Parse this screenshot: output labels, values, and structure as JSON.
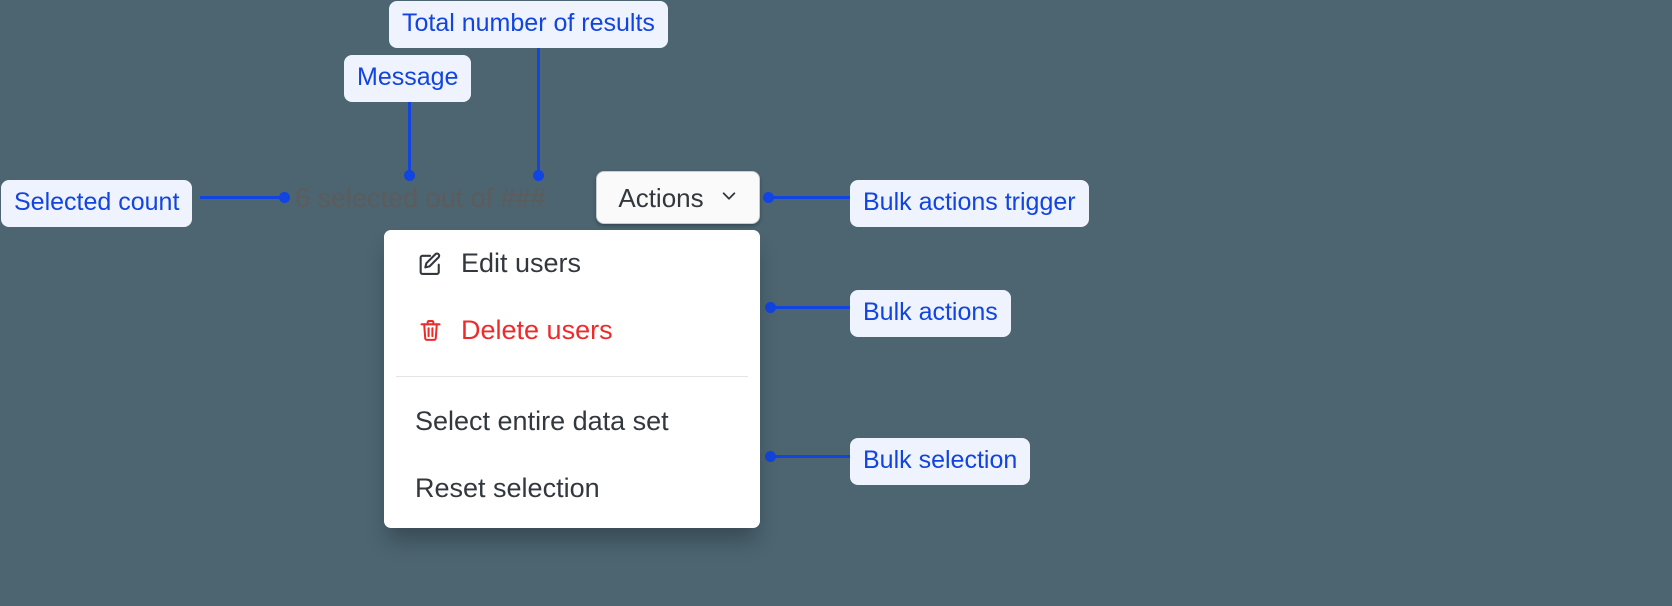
{
  "background_color": "#4c6571",
  "accent_color": "#1144e0",
  "callout_bg": "#eef3fe",
  "danger_color": "#ee2b2b",
  "annotations": [
    {
      "id": "total-results",
      "label": "Total number of results"
    },
    {
      "id": "message",
      "label": "Message"
    },
    {
      "id": "selected-count",
      "label": "Selected count"
    },
    {
      "id": "bulk-actions-trigger",
      "label": "Bulk actions trigger"
    },
    {
      "id": "bulk-actions",
      "label": "Bulk actions"
    },
    {
      "id": "bulk-selection",
      "label": "Bulk selection"
    }
  ],
  "bulk_bar": {
    "message": "6 selected out of ###",
    "selected_count": "6",
    "total_placeholder": "###",
    "trigger": {
      "label": "Actions",
      "icon": "chevron-down-icon"
    }
  },
  "menu": {
    "groups": [
      {
        "name": "bulk-actions",
        "items": [
          {
            "label": "Edit users",
            "icon": "edit-pencil-square-icon",
            "variant": "default"
          },
          {
            "label": "Delete users",
            "icon": "trash-icon",
            "variant": "danger"
          }
        ]
      },
      {
        "name": "bulk-selection",
        "items": [
          {
            "label": "Select entire data set",
            "icon": null,
            "variant": "default"
          },
          {
            "label": "Reset selection",
            "icon": null,
            "variant": "default"
          }
        ]
      }
    ]
  }
}
